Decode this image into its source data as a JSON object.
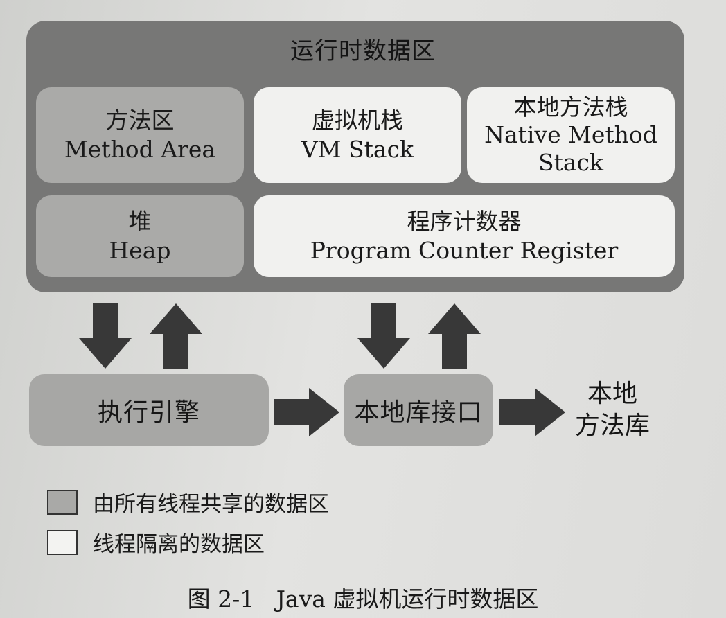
{
  "runtime_area": {
    "title": "运行时数据区"
  },
  "regions": {
    "method_area": {
      "zh": "方法区",
      "en": "Method Area"
    },
    "vm_stack": {
      "zh": "虚拟机栈",
      "en": "VM Stack"
    },
    "native_method_stack": {
      "zh": "本地方法栈",
      "en_line1": "Native Method",
      "en_line2": "Stack"
    },
    "heap": {
      "zh": "堆",
      "en": "Heap"
    },
    "program_counter": {
      "zh": "程序计数器",
      "en": "Program Counter Register"
    }
  },
  "components": {
    "execution_engine": "执行引擎",
    "native_interface": "本地库接口",
    "native_library_line1": "本地",
    "native_library_line2": "方法库"
  },
  "legend": {
    "shared": "由所有线程共享的数据区",
    "isolated": "线程隔离的数据区"
  },
  "caption": "图 2-1   Java 虚拟机运行时数据区",
  "colors": {
    "runtime_area": "#777776",
    "shared": "#aaaaa8",
    "isolated": "#f1f1ef",
    "arrow": "#383838"
  }
}
